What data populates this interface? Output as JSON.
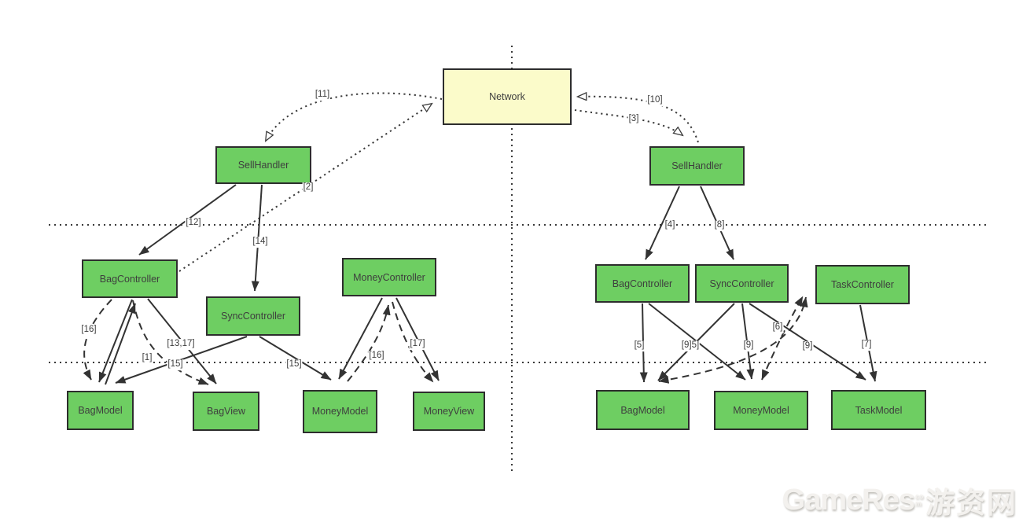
{
  "diagram": {
    "nodes": [
      {
        "id": "network",
        "label": "Network",
        "kind": "network"
      },
      {
        "id": "sellhandler-left",
        "label": "SellHandler",
        "kind": "handler"
      },
      {
        "id": "sellhandler-right",
        "label": "SellHandler",
        "kind": "handler"
      },
      {
        "id": "bagcontroller-left",
        "label": "BagController",
        "kind": "controller"
      },
      {
        "id": "synccontroller-left",
        "label": "SyncController",
        "kind": "controller"
      },
      {
        "id": "moneycontroller-left",
        "label": "MoneyController",
        "kind": "controller"
      },
      {
        "id": "bagmodel-left",
        "label": "BagModel",
        "kind": "model"
      },
      {
        "id": "bagview-left",
        "label": "BagView",
        "kind": "view"
      },
      {
        "id": "moneymodel-left",
        "label": "MoneyModel",
        "kind": "model"
      },
      {
        "id": "moneyview-left",
        "label": "MoneyView",
        "kind": "view"
      },
      {
        "id": "bagcontroller-right",
        "label": "BagController",
        "kind": "controller"
      },
      {
        "id": "synccontroller-right",
        "label": "SyncController",
        "kind": "controller"
      },
      {
        "id": "taskcontroller-right",
        "label": "TaskController",
        "kind": "controller"
      },
      {
        "id": "bagmodel-right",
        "label": "BagModel",
        "kind": "model"
      },
      {
        "id": "moneymodel-right",
        "label": "MoneyModel",
        "kind": "model"
      },
      {
        "id": "taskmodel-right",
        "label": "TaskModel",
        "kind": "model"
      }
    ],
    "edge_labels": [
      {
        "text": "[11]"
      },
      {
        "text": "[10]"
      },
      {
        "text": "[3]"
      },
      {
        "text": "[2]"
      },
      {
        "text": "[12]"
      },
      {
        "text": "[14]"
      },
      {
        "text": "[4]"
      },
      {
        "text": "[8]"
      },
      {
        "text": "[16]"
      },
      {
        "text": "[1]"
      },
      {
        "text": "[13,17]"
      },
      {
        "text": "[15]"
      },
      {
        "text": "[15]"
      },
      {
        "text": "[16]"
      },
      {
        "text": "[17]"
      },
      {
        "text": "[5]"
      },
      {
        "text": "[9]5]"
      },
      {
        "text": "[9]"
      },
      {
        "text": "[6]"
      },
      {
        "text": "[9]"
      },
      {
        "text": "[7]"
      }
    ],
    "edges": [
      {
        "from": "network",
        "to": "sellhandler-left",
        "label": "[11]",
        "style": "dotted",
        "arrow": "open"
      },
      {
        "from": "bagcontroller-left",
        "to": "network",
        "label": "[2]",
        "style": "dotted",
        "arrow": "open"
      },
      {
        "from": "sellhandler-right",
        "to": "network",
        "label": "[10]",
        "style": "dotted",
        "arrow": "open"
      },
      {
        "from": "network",
        "to": "sellhandler-right",
        "label": "[3]",
        "style": "dotted",
        "arrow": "open"
      },
      {
        "from": "sellhandler-left",
        "to": "bagcontroller-left",
        "label": "[12]",
        "style": "solid",
        "arrow": "filled"
      },
      {
        "from": "sellhandler-left",
        "to": "synccontroller-left",
        "label": "[14]",
        "style": "solid",
        "arrow": "filled"
      },
      {
        "from": "sellhandler-right",
        "to": "bagcontroller-right",
        "label": "[4]",
        "style": "solid",
        "arrow": "filled"
      },
      {
        "from": "sellhandler-right",
        "to": "synccontroller-right",
        "label": "[8]",
        "style": "solid",
        "arrow": "filled"
      },
      {
        "from": "bagcontroller-left",
        "to": "bagmodel-left",
        "label": "[1]",
        "style": "solid",
        "arrow": "both"
      },
      {
        "from": "bagcontroller-left",
        "to": "bagmodel-left",
        "label": "[16]",
        "style": "dashed",
        "arrow": "filled"
      },
      {
        "from": "bagcontroller-left",
        "to": "bagview-left",
        "label": "[13,17]",
        "style": "solid",
        "arrow": "filled"
      },
      {
        "from": "bagcontroller-left",
        "to": "bagview-left",
        "label": "[15]",
        "style": "dashed",
        "arrow": "filled"
      },
      {
        "from": "synccontroller-left",
        "to": "bagmodel-left",
        "label": "[15]",
        "style": "solid",
        "arrow": "filled"
      },
      {
        "from": "synccontroller-left",
        "to": "moneymodel-left",
        "label": "[15]",
        "style": "solid",
        "arrow": "filled"
      },
      {
        "from": "moneycontroller-left",
        "to": "moneymodel-left",
        "label": "",
        "style": "solid",
        "arrow": "filled"
      },
      {
        "from": "moneymodel-left",
        "to": "moneycontroller-left",
        "label": "[16]",
        "style": "dashed",
        "arrow": "filled"
      },
      {
        "from": "moneycontroller-left",
        "to": "moneyview-left",
        "label": "[17]",
        "style": "solid",
        "arrow": "filled"
      },
      {
        "from": "moneycontroller-left",
        "to": "moneyview-left",
        "label": "",
        "style": "dashed",
        "arrow": "filled"
      },
      {
        "from": "bagcontroller-right",
        "to": "bagmodel-right",
        "label": "[5]",
        "style": "solid",
        "arrow": "filled"
      },
      {
        "from": "bagcontroller-right",
        "to": "moneymodel-right",
        "label": "[9]5]",
        "style": "solid",
        "arrow": "filled"
      },
      {
        "from": "synccontroller-right",
        "to": "bagmodel-right",
        "label": "[9]5]",
        "style": "solid",
        "arrow": "filled"
      },
      {
        "from": "synccontroller-right",
        "to": "moneymodel-right",
        "label": "[9]",
        "style": "solid",
        "arrow": "filled"
      },
      {
        "from": "synccontroller-right",
        "to": "taskmodel-right",
        "label": "[9]",
        "style": "solid",
        "arrow": "filled"
      },
      {
        "from": "taskcontroller-right",
        "to": "taskmodel-right",
        "label": "[7]",
        "style": "solid",
        "arrow": "filled"
      },
      {
        "from": "bagmodel-right",
        "to": "taskcontroller-right",
        "label": "",
        "style": "dashed",
        "arrow": "both"
      },
      {
        "from": "moneymodel-right",
        "to": "taskcontroller-right",
        "label": "[6]",
        "style": "dashed",
        "arrow": "both"
      }
    ],
    "colors": {
      "node_green": "#6ece62",
      "node_yellow": "#fbfbca",
      "node_border": "#2d2d2d",
      "line": "#333333",
      "guide": "#3a3a3a",
      "label_text": "#3d3d3d"
    }
  },
  "watermark": {
    "brand": "GameRes",
    "small": "com",
    "cn": "游资网"
  }
}
